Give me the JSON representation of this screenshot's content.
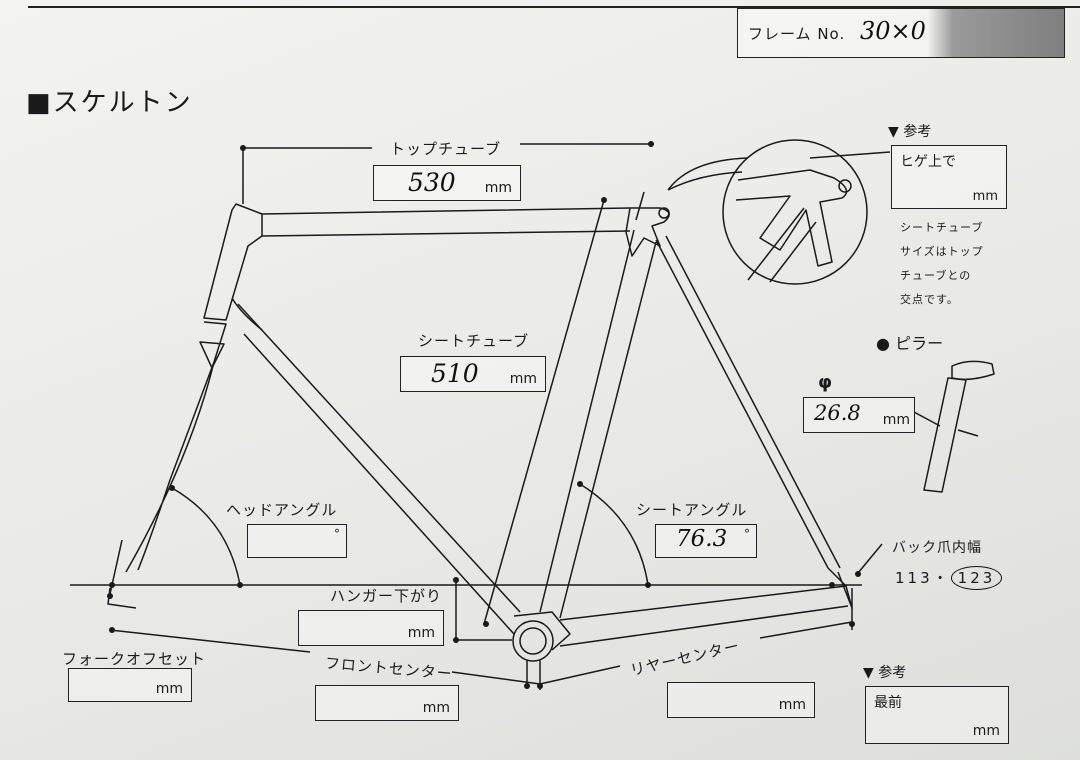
{
  "header": {
    "frame_no_label": "フレーム No.",
    "frame_no_value": "30×0"
  },
  "section": {
    "marker": "■",
    "title": "スケルトン"
  },
  "top_tube": {
    "label": "トップチューブ",
    "value": "530",
    "unit": "mm"
  },
  "seat_tube": {
    "label": "シートチューブ",
    "value": "510",
    "unit": "mm"
  },
  "head_angle": {
    "label": "ヘッドアングル",
    "value": "",
    "unit": "°"
  },
  "seat_angle": {
    "label": "シートアングル",
    "value": "76.3",
    "unit": "°"
  },
  "bb_drop": {
    "label": "ハンガー下がり",
    "value": "",
    "unit": "mm"
  },
  "fork_offset": {
    "label": "フォークオフセット",
    "value": "",
    "unit": "mm"
  },
  "front_center": {
    "label": "フロントセンター",
    "value": "",
    "unit": "mm"
  },
  "rear_center": {
    "label": "リヤーセンター",
    "value": "",
    "unit": "mm"
  },
  "reference_top": {
    "marker": "▼",
    "label": "参考",
    "box_text": "ヒゲ上で",
    "unit": "mm",
    "note_lines": [
      "シートチューブ",
      "サイズはトップ",
      "チューブとの",
      "交点です。"
    ]
  },
  "pillar": {
    "marker": "●",
    "label": "ピラー",
    "symbol": "φ",
    "value": "26.8",
    "unit": "mm"
  },
  "rear_spacing": {
    "label": "バック爪内幅",
    "option_a": "113",
    "separator": "・",
    "option_b": "123",
    "selected": "123"
  },
  "reference_bottom": {
    "marker": "▼",
    "label": "参考",
    "box_text": "最前",
    "unit": "mm"
  }
}
